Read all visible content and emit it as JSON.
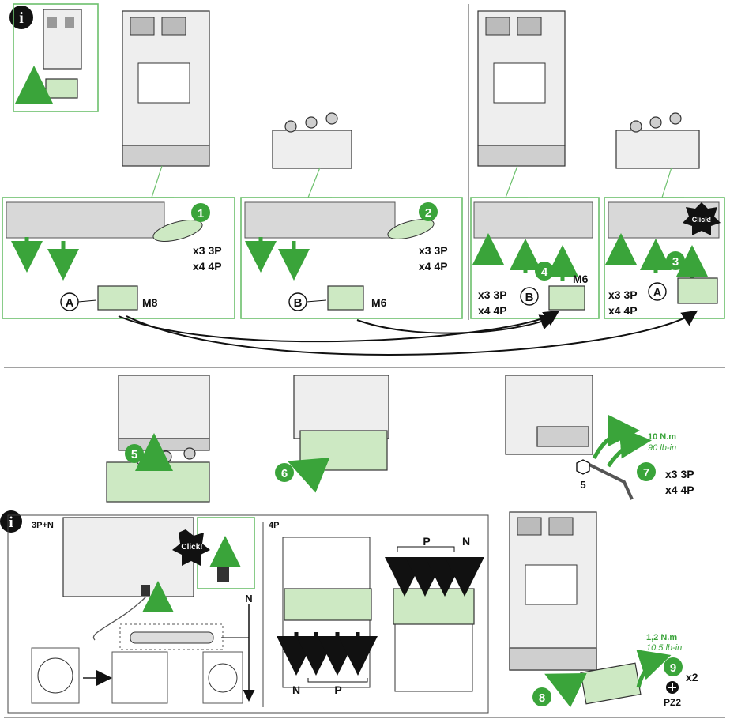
{
  "colors": {
    "green": "#3aa43a",
    "green_light": "#cde9c3",
    "frame": "#6cc06c",
    "ink": "#111111"
  },
  "icons": {
    "info": "info-icon",
    "hex": "hex-socket-icon",
    "pozidriv": "pozidriv-icon",
    "click": "click-burst-icon"
  },
  "panel_a": {
    "step1": {
      "num": "1",
      "qty_3p": "x3 3P",
      "qty_4p": "x4 4P",
      "circle": "A",
      "screw": "M8"
    },
    "step2": {
      "num": "2",
      "qty_3p": "x3 3P",
      "qty_4p": "x4 4P",
      "circle": "B",
      "screw": "M6"
    },
    "step4": {
      "num": "4",
      "qty_3p": "x3 3P",
      "qty_4p": "x4 4P",
      "circle": "B",
      "screw": "M6"
    },
    "step3": {
      "num": "3",
      "qty_3p": "x3 3P",
      "qty_4p": "x4 4P",
      "circle": "A",
      "click": "Click!"
    }
  },
  "panel_b": {
    "step5": "5",
    "step6": "6",
    "step7": {
      "num": "7",
      "torque": "10 N.m",
      "torque_imp": "90 lb-in",
      "hex": "5",
      "qty_3p": "x3 3P",
      "qty_4p": "x4 4P"
    },
    "info": {
      "label_3pn": "3P+N",
      "label_4p": "4P",
      "click": "Click!",
      "n_top": "N",
      "p_top": "P",
      "n_top2": "N",
      "n_bottom": "N",
      "p_bottom": "P"
    },
    "step8": "8",
    "step9": {
      "num": "9",
      "torque": "1,2 N.m",
      "torque_imp": "10.5 lb-in",
      "qty": "x2",
      "bit": "PZ2"
    }
  }
}
